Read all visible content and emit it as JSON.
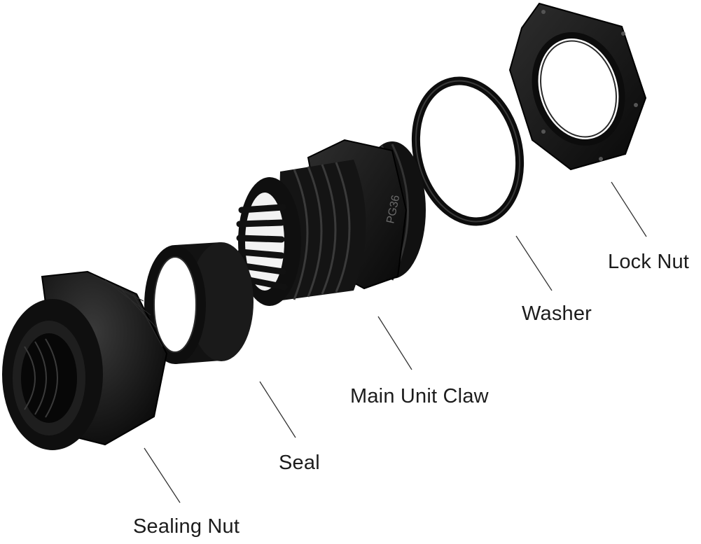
{
  "parts": {
    "sealing_nut": "Sealing Nut",
    "seal": "Seal",
    "main_unit_claw": "Main Unit Claw",
    "washer": "Washer",
    "lock_nut": "Lock Nut"
  },
  "marking": "PG36",
  "colors": {
    "part": "#111111",
    "highlight": "#3a3a3a",
    "leader": "#333333",
    "text": "#1c1c1c"
  }
}
